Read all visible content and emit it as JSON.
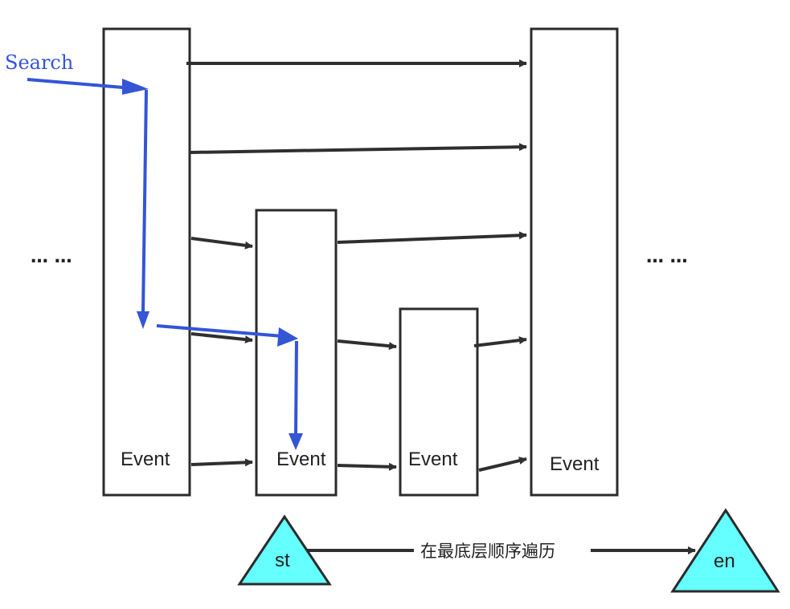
{
  "search_label": "Search",
  "ellipsis_left": "… …",
  "ellipsis_right": "… …",
  "columns": [
    {
      "event_label": "Event"
    },
    {
      "event_label": "Event"
    },
    {
      "event_label": "Event"
    },
    {
      "event_label": "Event"
    }
  ],
  "start_node": "st",
  "end_node": "en",
  "traversal_label": "在最底层顺序遍历",
  "colors": {
    "search_path": "#3355d6",
    "node_fill": "#66ffff",
    "stroke": "#2b2b2b"
  }
}
